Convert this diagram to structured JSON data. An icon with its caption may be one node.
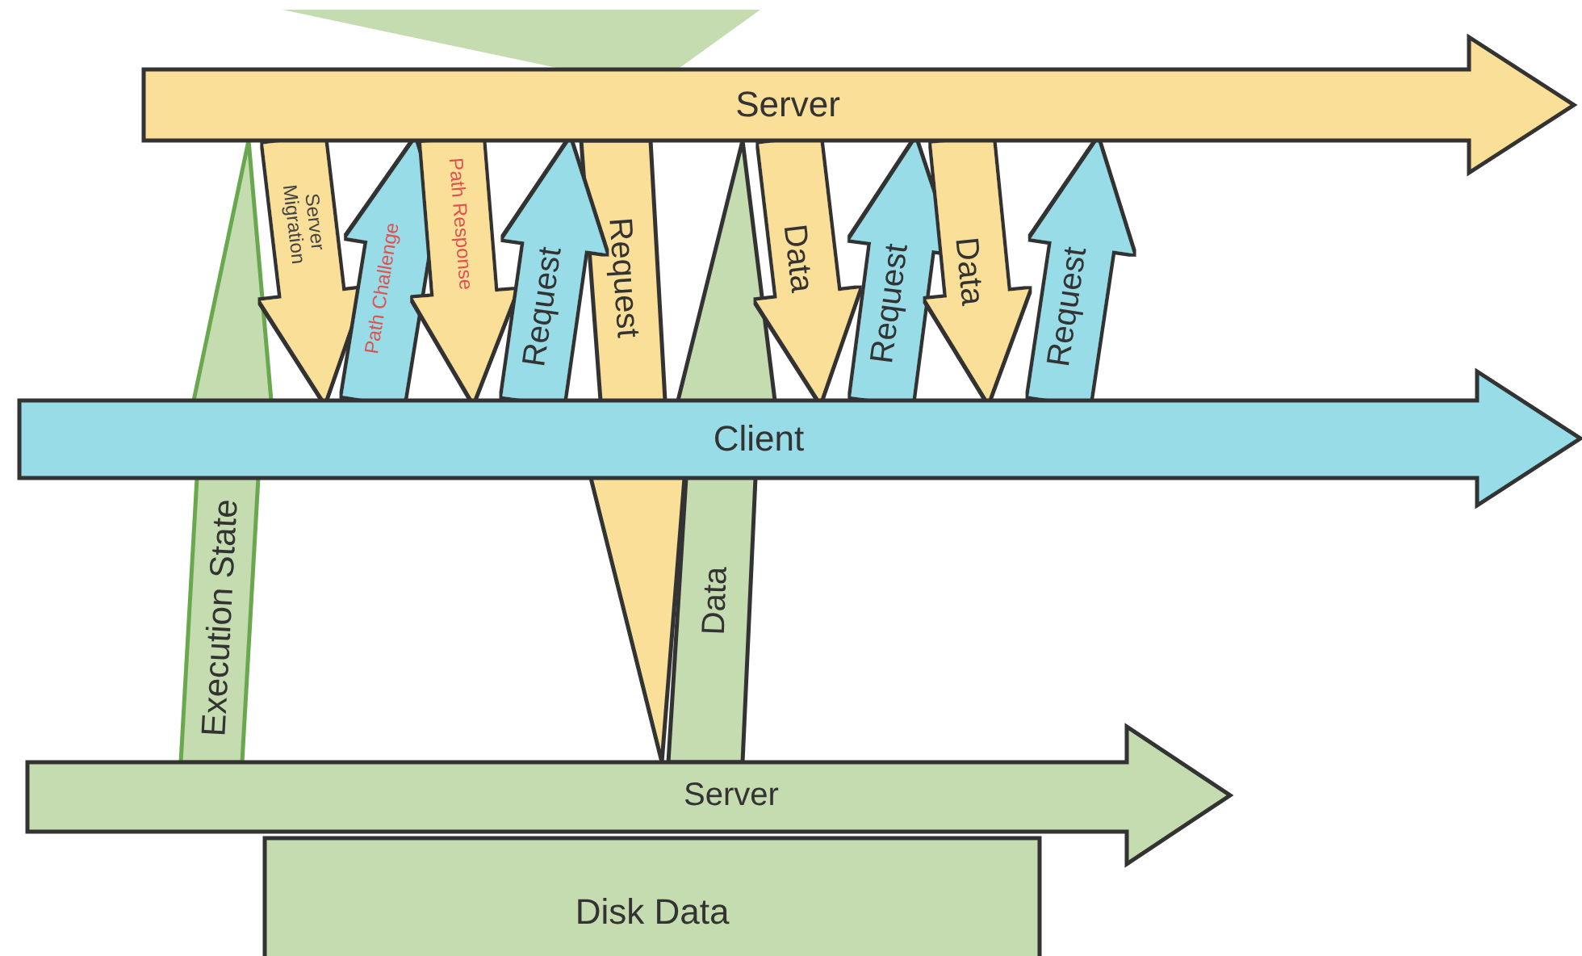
{
  "diagram": {
    "nodes": [
      {
        "text": [],
        "shape": "trapezoid"
      },
      {
        "text": [
          "Server"
        ]
      },
      {
        "text": [
          "Client"
        ]
      },
      {
        "text": [
          "Server"
        ]
      },
      {
        "text": [
          "Disk Data"
        ]
      }
    ],
    "edges": [
      {
        "from": 3,
        "to": 1,
        "arrow": "to",
        "label": "Execution State",
        "color": "#c5dbb0"
      },
      {
        "from": 1,
        "to": 3,
        "arrow": "to",
        "label": "Request"
      },
      {
        "from": 3,
        "to": 1,
        "arrow": "to",
        "label": "Data",
        "color": "#c5dbb0"
      },
      {
        "from": 1,
        "to": 2,
        "arrow": "to",
        "label": "Server Migration"
      },
      {
        "from": 2,
        "to": 1,
        "arrow": "to",
        "label": "Path Challenge",
        "color": "#97dce6"
      },
      {
        "from": 1,
        "to": 2,
        "arrow": "to",
        "label": "Path Response"
      },
      {
        "from": 2,
        "to": 1,
        "arrow": "to",
        "label": "Request",
        "color": "#97dce6"
      },
      {
        "from": 1,
        "to": 2,
        "arrow": "to",
        "label": "Data"
      },
      {
        "from": 2,
        "to": 1,
        "arrow": "to",
        "label": "Request",
        "color": "#97dce6"
      },
      {
        "from": 1,
        "to": 2,
        "arrow": "to",
        "label": "Data"
      },
      {
        "from": 2,
        "to": 1,
        "arrow": "to",
        "label": "Request",
        "color": "#97dce6"
      }
    ]
  }
}
